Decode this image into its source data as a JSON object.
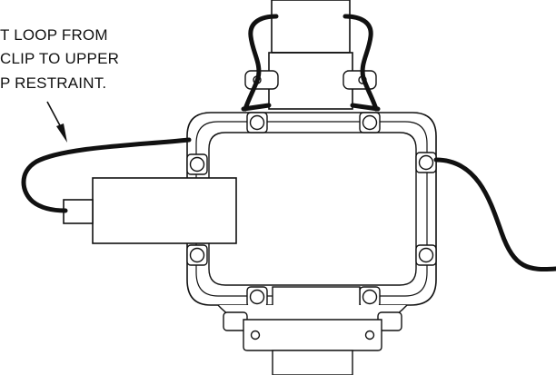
{
  "callout": {
    "lines": [
      "T LOOP FROM",
      "CLIP TO UPPER",
      "P RESTRAINT."
    ]
  },
  "colors": {
    "line": "#111111",
    "cable": "#111111",
    "background": "#ffffff"
  }
}
